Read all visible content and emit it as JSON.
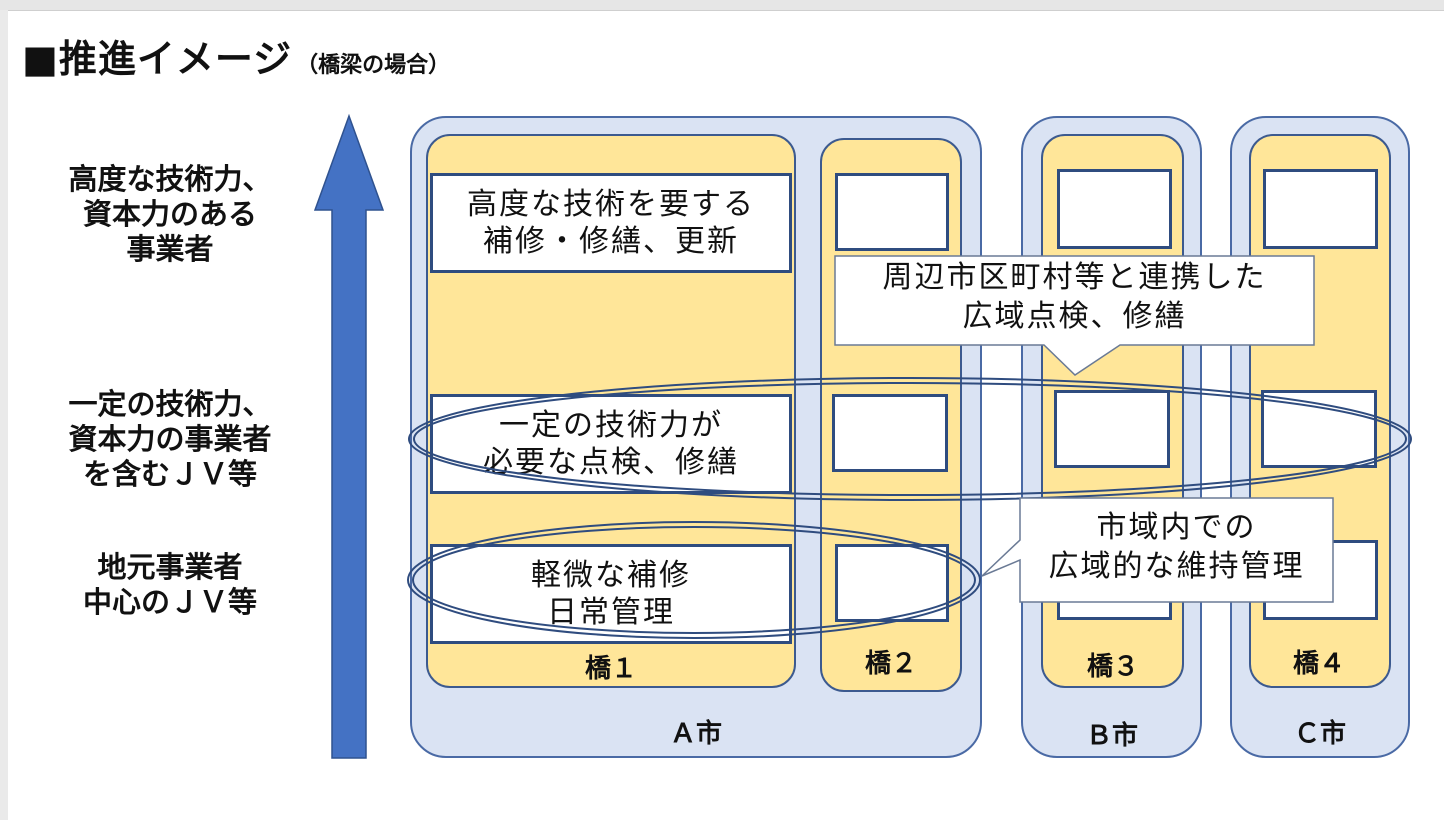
{
  "title": {
    "main": "■推進イメージ",
    "sub": "（橋梁の場合）"
  },
  "tiers": [
    {
      "lines": [
        "高度な技術力、",
        "資本力のある",
        "事業者"
      ]
    },
    {
      "lines": [
        "一定の技術力、",
        "資本力の事業者",
        "を含むＪＶ等"
      ]
    },
    {
      "lines": [
        "地元事業者",
        "中心のＪＶ等"
      ]
    }
  ],
  "cities": {
    "a": "Ａ市",
    "b": "Ｂ市",
    "c": "Ｃ市"
  },
  "bridges": {
    "b1": "橋１",
    "b2": "橋２",
    "b3": "橋３",
    "b4": "橋４"
  },
  "tasks": {
    "advanced": [
      "高度な技術を要する",
      "補修・修繕、更新"
    ],
    "certain": [
      "一定の技術力が",
      "必要な点検、修繕"
    ],
    "minor": [
      "軽微な補修",
      "日常管理"
    ]
  },
  "callouts": {
    "regional": [
      "周辺市区町村等と連携した",
      "広域点検、修繕"
    ],
    "city": [
      "市域内での",
      "広域的な維持管理"
    ]
  },
  "colors": {
    "arrow": "#4472c4",
    "city_fill": "#dae3f3",
    "bridge_fill": "#ffe699",
    "border": "#2f4c7f"
  }
}
